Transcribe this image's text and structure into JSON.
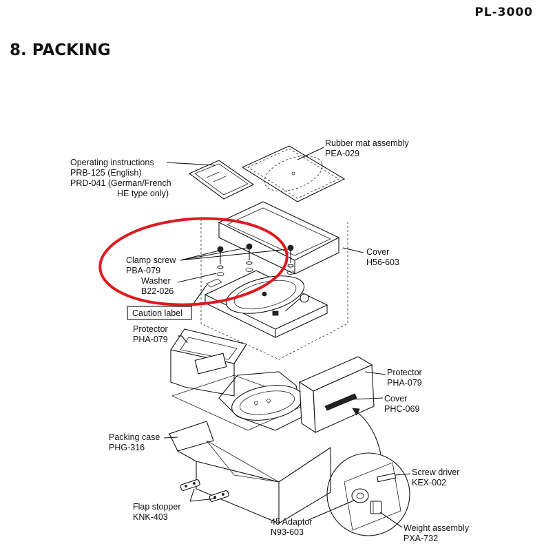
{
  "header": {
    "model": "PL-3000",
    "title": "8. PACKING"
  },
  "labels": {
    "operating_instructions": [
      "Operating instructions",
      "PRB-125 (English)",
      "PRD-041 (German/French",
      "HE type only)"
    ],
    "rubber_mat": [
      "Rubber mat assembly",
      "PEA-029"
    ],
    "cover_main": [
      "Cover",
      "H56-603"
    ],
    "clamp_screw": [
      "Clamp screw",
      "PBA-079"
    ],
    "washer": [
      "Washer",
      "B22-026"
    ],
    "caution_label": "Caution label",
    "protector_left": [
      "Protector",
      "PHA-079"
    ],
    "protector_right": [
      "Protector",
      "PHA-079"
    ],
    "cover_small": [
      "Cover",
      "PHC-069"
    ],
    "packing_case": [
      "Packing case",
      "PHG-316"
    ],
    "screw_driver": [
      "Screw driver",
      "KEX-002"
    ],
    "flap_stopper": [
      "Flap stopper",
      "KNK-403"
    ],
    "adaptor_45": [
      "45 Adaptor",
      "N93-603"
    ],
    "weight_assembly": [
      "Weight assembly",
      "PXA-732"
    ]
  },
  "colors": {
    "highlight": "#e0191f",
    "line": "#111111"
  }
}
